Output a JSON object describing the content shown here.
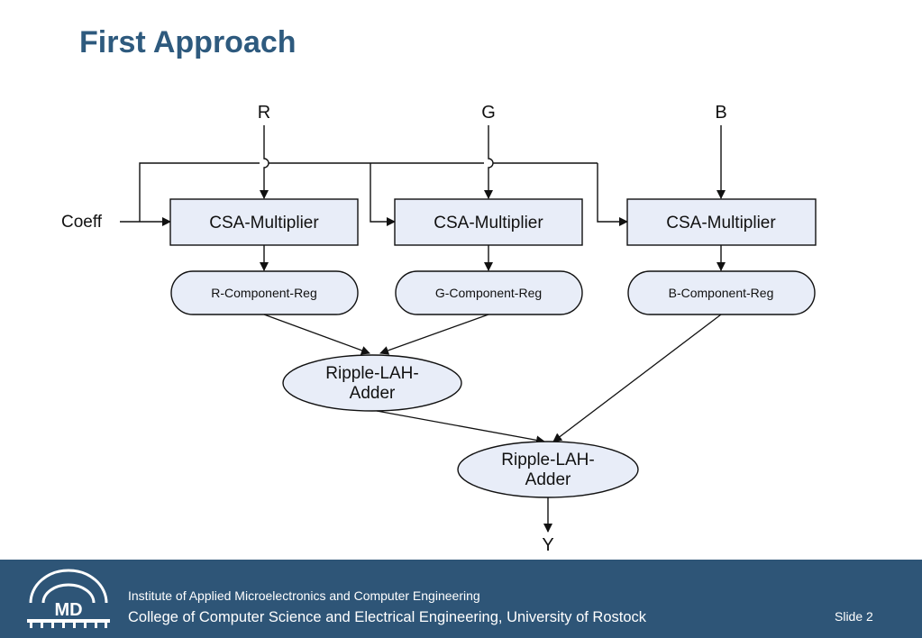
{
  "slide": {
    "title": "First Approach"
  },
  "diagram": {
    "inputs": {
      "r": "R",
      "g": "G",
      "b": "B",
      "coeff": "Coeff"
    },
    "multipliers": [
      "CSA-Multiplier",
      "CSA-Multiplier",
      "CSA-Multiplier"
    ],
    "registers": [
      "R-Component-Reg",
      "G-Component-Reg",
      "B-Component-Reg"
    ],
    "adder1": {
      "line1": "Ripple-LAH-",
      "line2": "Adder"
    },
    "adder2": {
      "line1": "Ripple-LAH-",
      "line2": "Adder"
    },
    "output": "Y"
  },
  "footer": {
    "institute": "Institute of Applied Microelectronics and Computer Engineering",
    "college": "College of Computer Science and Electrical Engineering, University of Rostock",
    "slide_number": "Slide 2",
    "logo_text": "MD",
    "colors": {
      "bar": "#2e5577",
      "title": "#2e5a7e",
      "box_fill": "#e8edf8"
    }
  }
}
